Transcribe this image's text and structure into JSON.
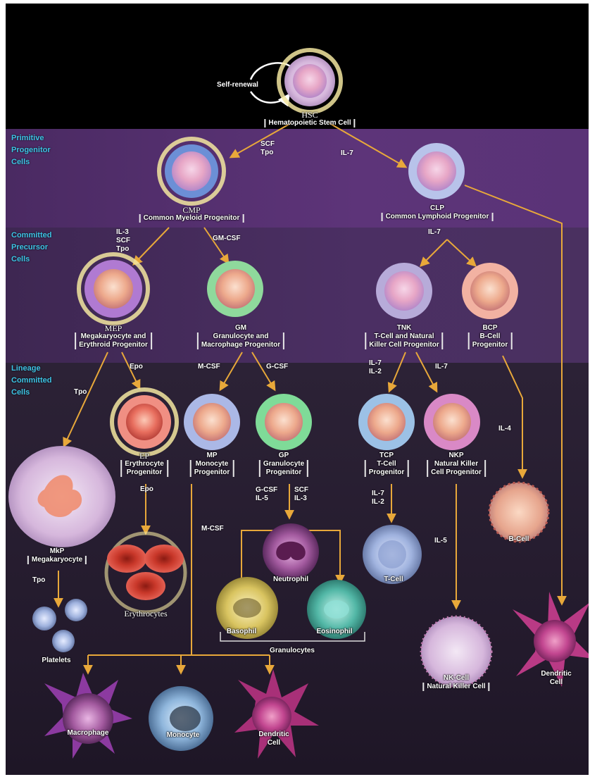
{
  "stages": {
    "primitive": "Primitive\nProgenitor\nCells",
    "committed": "Committed\nPrecursor\nCells",
    "lineage": "Lineage\nCommitted\nCells"
  },
  "cells": {
    "hsc": {
      "abbr": "HSC",
      "name": "Hematopoietic Stem Cell"
    },
    "self_renewal": "Self-renewal",
    "cmp": {
      "abbr": "CMP",
      "name": "Common Myeloid Progenitor"
    },
    "clp": {
      "abbr": "CLP",
      "name": "Common Lymphoid Progenitor"
    },
    "mep": {
      "abbr": "MEP",
      "name_line1": "Megakaryocyte and",
      "name_line2": "Erythroid Progenitor"
    },
    "gm": {
      "abbr": "GM",
      "name_line1": "Granulocyte and",
      "name_line2": "Macrophage Progenitor"
    },
    "tnk": {
      "abbr": "TNK",
      "name_line1": "T-Cell and Natural",
      "name_line2": "Killer Cell Progenitor"
    },
    "bcp": {
      "abbr": "BCP",
      "name_line1": "B-Cell",
      "name_line2": "Progenitor"
    },
    "ep": {
      "abbr": "EP",
      "name_line1": "Erythrocyte",
      "name_line2": "Progenitor"
    },
    "mp": {
      "abbr": "MP",
      "name_line1": "Monocyte",
      "name_line2": "Progenitor"
    },
    "gp": {
      "abbr": "GP",
      "name_line1": "Granulocyte",
      "name_line2": "Progenitor"
    },
    "tcp": {
      "abbr": "TCP",
      "name_line1": "T-Cell",
      "name_line2": "Progenitor"
    },
    "nkp": {
      "abbr": "NKP",
      "name_line1": "Natural Killer",
      "name_line2": "Cell Progenitor"
    },
    "mkp": {
      "abbr": "MkP",
      "name": "Megakaryocyte"
    },
    "erythrocytes": "Erythrocytes",
    "platelets": "Platelets",
    "neutrophil": "Neutrophil",
    "basophil": "Basophil",
    "eosinophil": "Eosinophil",
    "granulocytes": "Granulocytes",
    "t_cell": "T-Cell",
    "b_cell": "B-Cell",
    "nk_cell": {
      "abbr": "NK-Cell",
      "name": "Natural Killer Cell"
    },
    "dendritic_right": "Dendritic\nCell",
    "macrophage": "Macrophage",
    "monocyte": "Monocyte",
    "dendritic_bottom": "Dendritic\nCell"
  },
  "factors": {
    "hsc_cmp": "SCF\nTpo",
    "hsc_clp": "IL-7",
    "cmp_mep": "IL-3\nSCF\nTpo",
    "cmp_gm": "GM-CSF",
    "clp_split": "IL-7",
    "mep_ep": "Epo",
    "mep_mkp": "Tpo",
    "gm_mp": "M-CSF",
    "gm_gp": "G-CSF",
    "tnk_tcp": "IL-7\nIL-2",
    "tnk_nkp": "IL-7",
    "bcp_bcell": "IL-4",
    "ep_ery": "Epo",
    "mkp_plt": "Tpo",
    "mp_mono": "M-CSF",
    "gp_left": "G-CSF\nIL-5",
    "gp_right": "SCF\nIL-3",
    "tcp_tcell": "IL-7\nIL-2",
    "nkp_nk": "IL-5"
  },
  "colors": {
    "arrow": "#e8a83a",
    "label": "#ffffff",
    "stage_label": "#3ec4e6",
    "glow": "#f3e6a0"
  }
}
